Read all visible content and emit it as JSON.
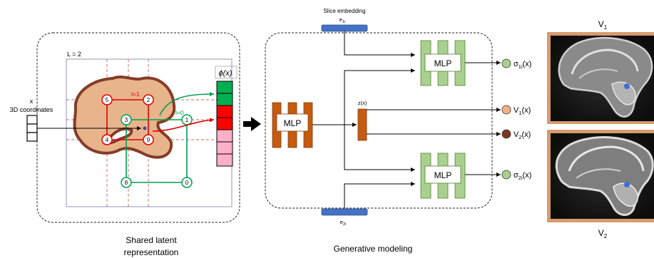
{
  "input": {
    "var": "x",
    "desc": "3D coordinates"
  },
  "grid": {
    "level_outer": "L = 2",
    "level1": "l=1",
    "level0": "l=0",
    "phi": "ϕ(x)"
  },
  "nodes": [
    "5",
    "2",
    "3",
    "1",
    "4",
    "9",
    "8",
    "0"
  ],
  "left_caption": [
    "Shared latent",
    "representation"
  ],
  "gen": {
    "slice_title": "Slice embedding",
    "e1": "e",
    "e1_sub": "1i",
    "e2": "e",
    "e2_sub": "2i",
    "mlp": "MLP",
    "z": "z(x)",
    "caption": "Generative modeling"
  },
  "outputs": {
    "sigma1": "σ",
    "sigma1_sub": "1i",
    "sigma1_tail": "(x)",
    "v1": "V",
    "v1_sub": "1",
    "v1_tail": "(x)",
    "v2": "V",
    "v2_sub": "2",
    "v2_tail": "(x)",
    "sigma2": "σ",
    "sigma2_sub": "2i",
    "sigma2_tail": "(x)"
  },
  "images": {
    "v1": "V",
    "v1_sub": "1",
    "v2": "V",
    "v2_sub": "2"
  },
  "colors": {
    "green_fill": "#a9d08e",
    "green_stroke": "#548235",
    "orange_fill": "#c55a11",
    "embed_blue": "#4472c4",
    "red": "#e00000",
    "node_green": "#00a050",
    "feat_green": "#00b050",
    "feat_red": "#ff0000",
    "feat_pink": "#ffb0c8",
    "brain_fill": "#e8b48c",
    "brain_stroke": "#843c28",
    "frame": "#d79b6e"
  }
}
